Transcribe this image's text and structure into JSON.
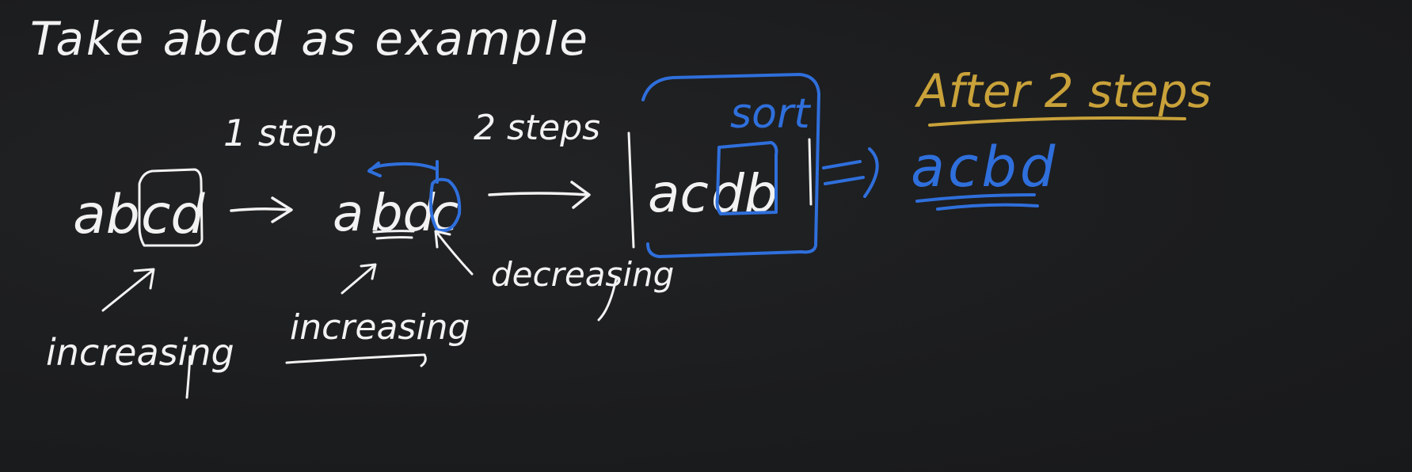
{
  "title": "Take  abcd as example",
  "step1": {
    "word_left": "ab",
    "word_boxed": "cd",
    "label": "1 step",
    "note": "increasing"
  },
  "step2": {
    "word_left": "a",
    "word_underlined": "bd",
    "word_circled": "c",
    "label": "2 steps",
    "note_increasing": "increasing",
    "note_decreasing": "decreasing"
  },
  "sorted": {
    "word_left": "ac",
    "word_boxed": "db",
    "label": "sort"
  },
  "result": {
    "heading": "After 2 steps",
    "value": "acbd"
  },
  "colors": {
    "ink": "#f2f2f2",
    "blue": "#2f6fdc",
    "gold": "#c9a23a",
    "background": "#1b1c1e"
  }
}
